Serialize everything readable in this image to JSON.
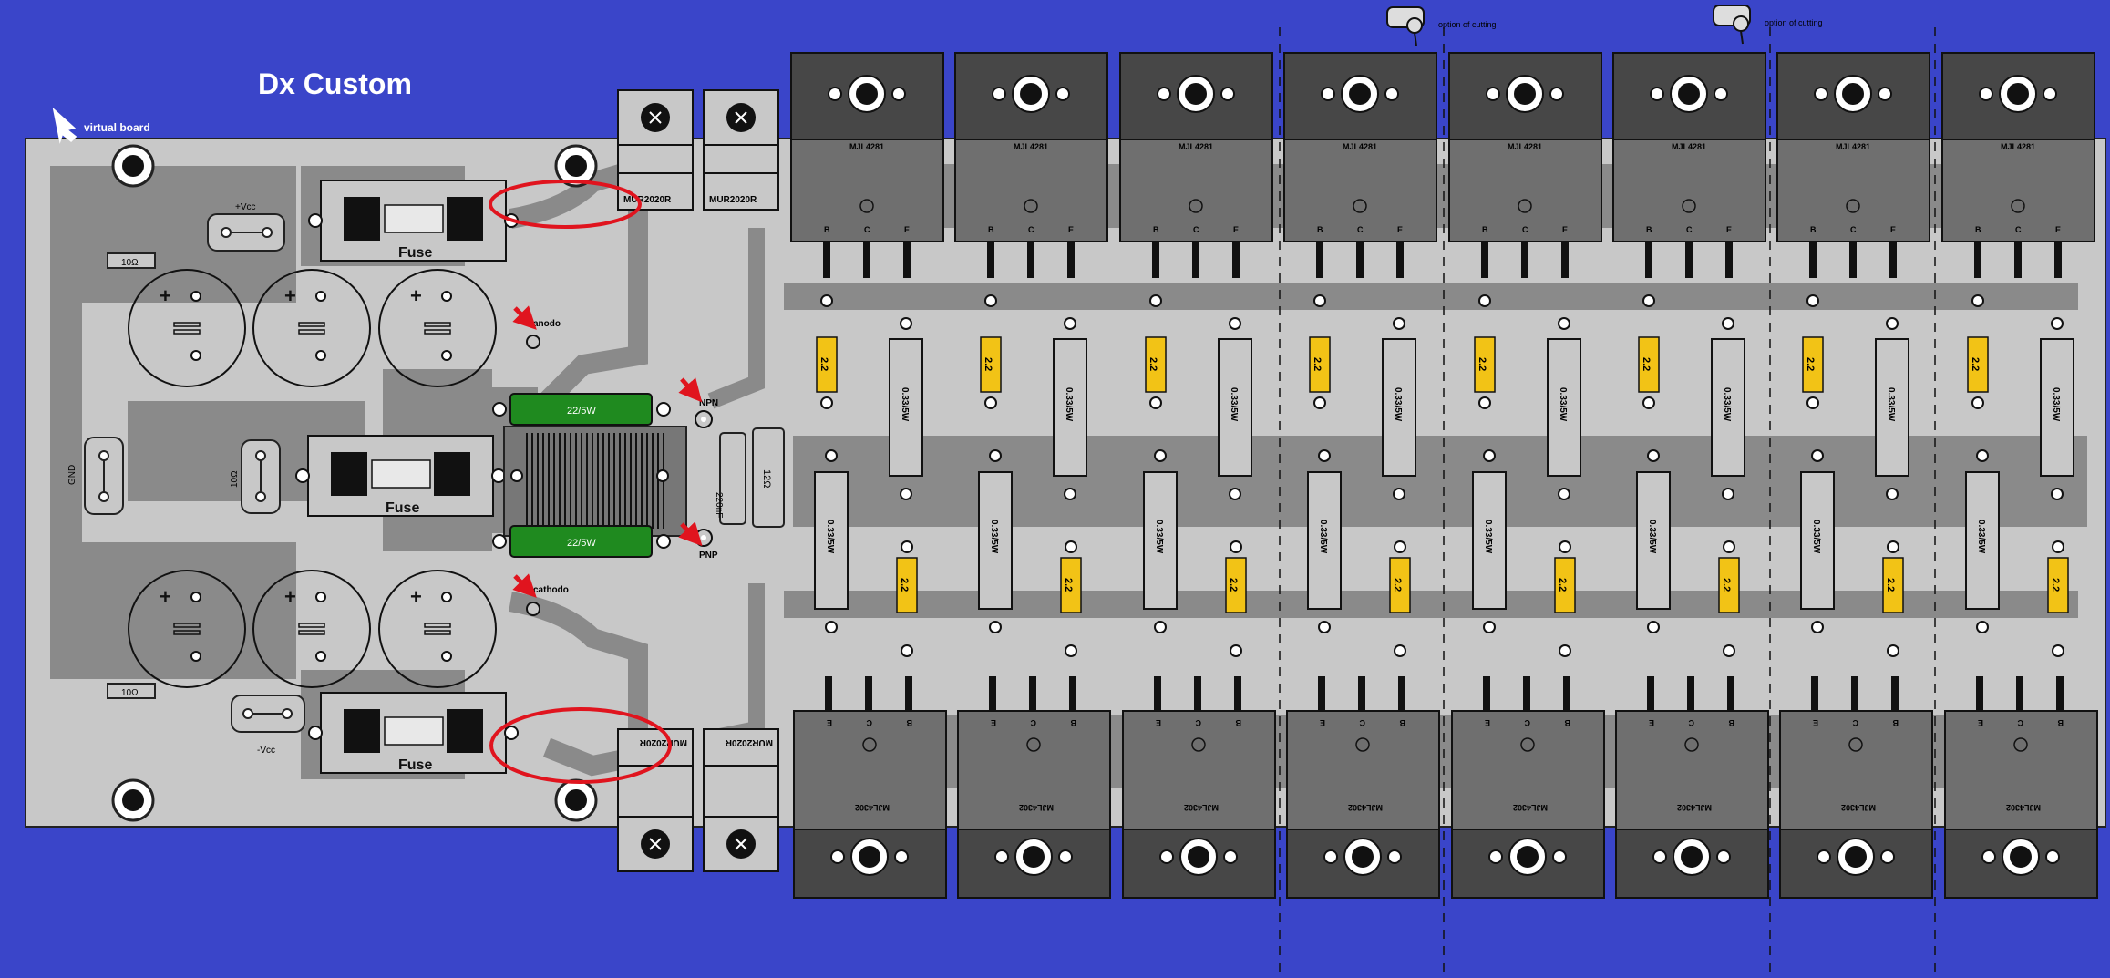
{
  "title": "Dx Custom",
  "board_label": "virtual board",
  "cut_label": "option of cutting",
  "power": {
    "vcc_pos": "+Vcc",
    "vcc_neg": "-Vcc",
    "gnd": "GND",
    "gnd_res": "10Ω",
    "res_top": "10Ω",
    "res_bottom": "10Ω",
    "fuse": "Fuse"
  },
  "bias": {
    "res_top": "22/5W",
    "res_bottom": "22/5W",
    "cap": "220nF",
    "res_small": "12Ω",
    "npn": "NPN",
    "pnp": "PNP",
    "anode": "anodo",
    "cathode": "cathodo"
  },
  "diodes": {
    "top": [
      "MUR2020R",
      "MUR2020R"
    ],
    "bottom": [
      "MUR2020R",
      "MUR2020R"
    ]
  },
  "output_stage": {
    "npn_part": "MJL4281",
    "pnp_part": "MJL4302",
    "npn_count": 8,
    "pnp_count": 8,
    "pin_labels_top": [
      "B",
      "C",
      "E"
    ],
    "pin_labels_bottom": [
      "E",
      "C",
      "B"
    ],
    "base_resistor": "2.2",
    "emitter_resistor": "0.33/5W"
  },
  "colors": {
    "background": "#3a45c9",
    "board": "#c8c8c8",
    "copper": "#8a8a8a",
    "transistor_body": "#6f6f6f",
    "heatsink_tab": "#474747",
    "resistor_yellow": "#f2c316",
    "resistor_green": "#1f8a1f",
    "highlight_red": "#e0141e"
  }
}
